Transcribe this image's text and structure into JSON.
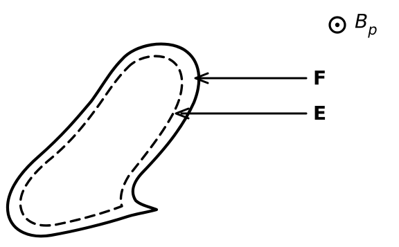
{
  "diagram": {
    "symbol_label": "B",
    "symbol_subscript": "p",
    "arrow_labels": {
      "outer": "F",
      "inner": "E"
    }
  }
}
